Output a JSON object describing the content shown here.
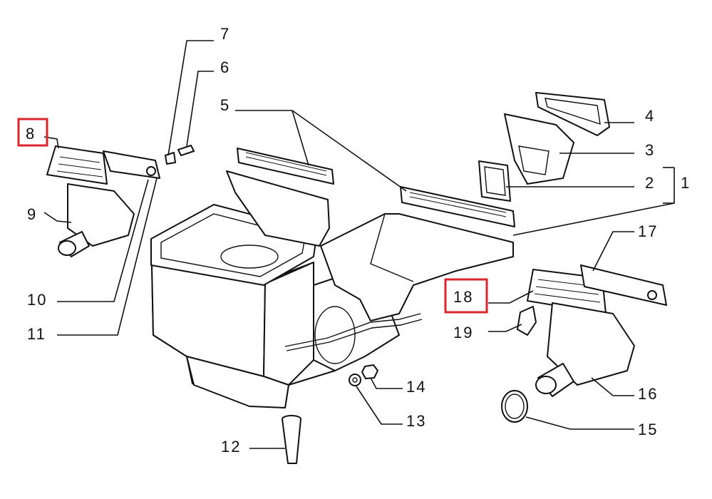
{
  "callouts": {
    "c1": "1",
    "c2": "2",
    "c3": "3",
    "c4": "4",
    "c5": "5",
    "c6": "6",
    "c7": "7",
    "c8": "8",
    "c9": "9",
    "c10": "10",
    "c11": "11",
    "c12": "12",
    "c13": "13",
    "c14": "14",
    "c15": "15",
    "c16": "16",
    "c17": "17",
    "c18": "18",
    "c19": "19"
  },
  "highlighted": [
    "8",
    "18"
  ],
  "colors": {
    "highlight": "#d9262c",
    "ink": "#111111",
    "background": "#ffffff"
  }
}
